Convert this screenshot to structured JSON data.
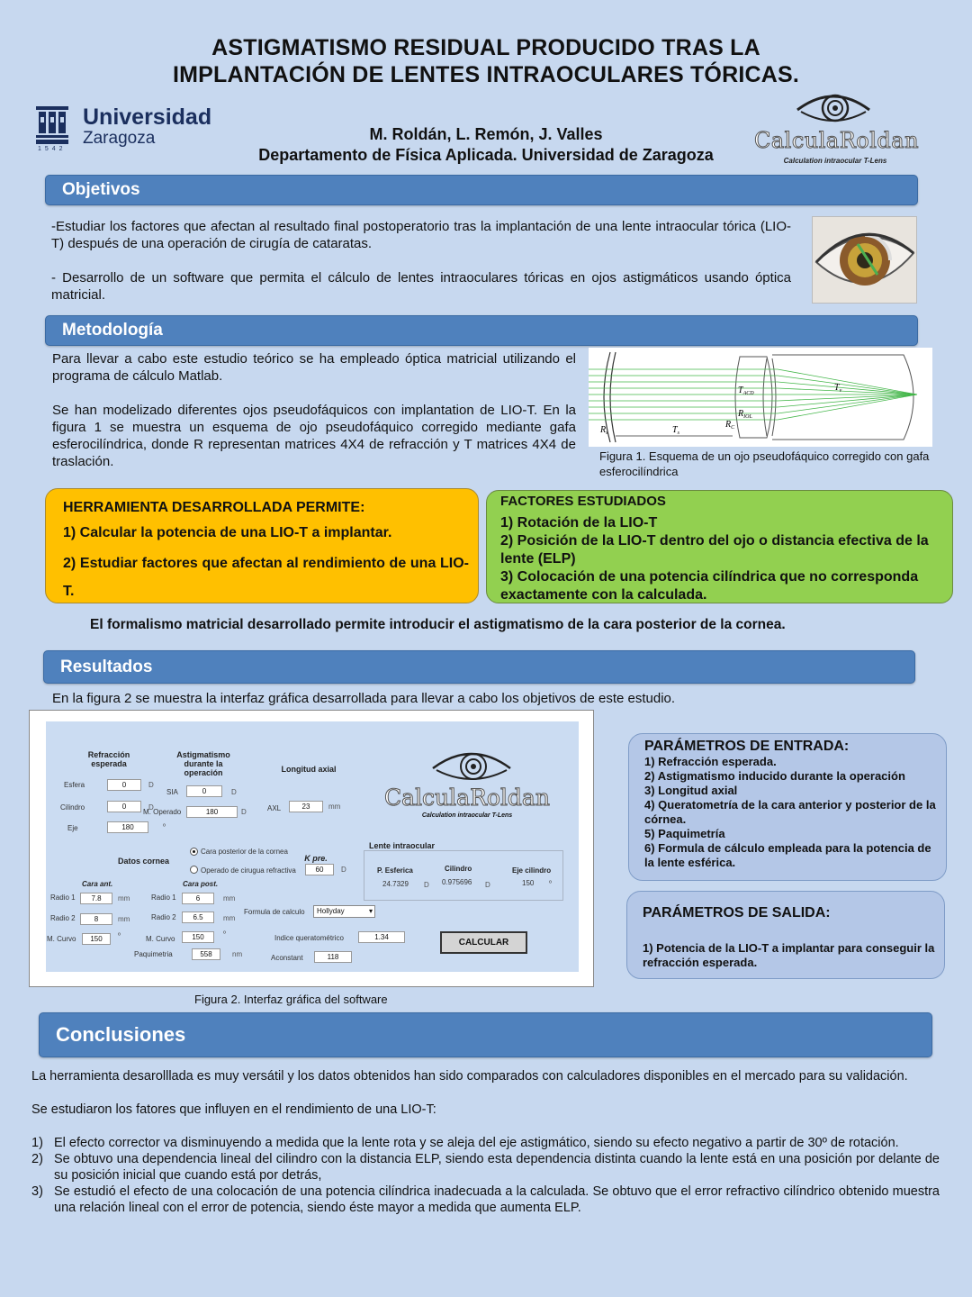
{
  "header": {
    "title_line1": "ASTIGMATISMO RESIDUAL PRODUCIDO TRAS LA",
    "title_line2": "IMPLANTACIÓN DE LENTES INTRAOCULARES TÓRICAS.",
    "authors": "M. Roldán, L. Remón, J. Valles",
    "department": "Departamento de Física Aplicada. Universidad de Zaragoza",
    "logo_uz_line1": "Universidad",
    "logo_uz_line2": "Zaragoza",
    "logo_uz_year": "1542",
    "logo_cr_name": "CalculaRoldan",
    "logo_cr_sub": "Calculation intraocular T-Lens"
  },
  "objetivos": {
    "heading": "Objetivos",
    "p1": "-Estudiar los factores que afectan al resultado final postoperatorio tras la implantación de una lente intraocular tórica (LIO-T) después de una operación de cirugía de cataratas.",
    "p2": "- Desarrollo de un software que permita el cálculo de lentes intraoculares tóricas en ojos astigmáticos usando óptica matricial."
  },
  "metodologia": {
    "heading": "Metodología",
    "p1": "Para llevar a cabo este estudio teórico se ha empleado óptica matricial utilizando el programa de cálculo Matlab.",
    "p2": "Se han modelizado diferentes ojos pseudofáquicos con implantation de LIO-T. En la figura 1 se muestra un esquema de ojo pseudofáquico corregido mediante gafa esferocilíndrica, donde R representan matrices 4X4 de refracción y T matrices 4X4 de traslación.",
    "fig1_caption": "Figura 1. Esquema de un ojo pseudofáquico corregido con gafa esferocilíndrica",
    "fig1_labels": {
      "tacd": "T",
      "tacd_sub": "ACD",
      "tv": "T",
      "tv_sub": "v",
      "riol": "R",
      "riol_sub": "IOL",
      "rs": "R",
      "rs_sub": "s",
      "ts": "T",
      "ts_sub": "s",
      "rc": "R",
      "rc_sub": "C"
    }
  },
  "herramienta": {
    "title": "HERRAMIENTA DESARROLLADA PERMITE:",
    "item1": "1) Calcular la potencia de una LIO-T a implantar.",
    "item2": "2) Estudiar factores que afectan al rendimiento de una LIO-T."
  },
  "factores": {
    "title": "FACTORES ESTUDIADOS",
    "item1": "1) Rotación de la LIO-T",
    "item2": "2) Posición de la LIO-T dentro del ojo o distancia efectiva de la lente (ELP)",
    "item3": " 3) Colocación de una potencia cilíndrica que no corresponda exactamente con la calculada."
  },
  "formalismo": "El formalismo matricial desarrollado permite introducir el astigmatismo de la cara posterior de la cornea.",
  "resultados": {
    "heading": "Resultados",
    "intro": "En la figura 2 se muestra la interfaz gráfica desarrollada para llevar a cabo los objetivos de este estudio.",
    "fig2_caption": "Figura 2. Interfaz gráfica del software"
  },
  "gui": {
    "refraccion_label": "Refracción esperada",
    "astig_label": "Astigmatismo durante la operación",
    "longitud_label": "Longitud axial",
    "esfera_label": "Esfera",
    "esfera_val": "0",
    "esfera_unit": "D",
    "cilindro_label": "Cilindro",
    "cilindro_val": "0",
    "cilindro_unit": "D",
    "eje_label": "Eje",
    "eje_val": "180",
    "eje_unit": "º",
    "sia_label": "SIA",
    "sia_val": "0",
    "sia_unit": "D",
    "moperado_label": "M. Operado",
    "moperado_val": "180",
    "moperado_unit": "D",
    "axl_label": "AXL",
    "axl_val": "23",
    "axl_unit": "mm",
    "logo_name": "CalculaRoldan",
    "logo_sub": "Calculation intraocular T-Lens",
    "datos_cornea": "Datos cornea",
    "radio_post": "Cara posterior de la cornea",
    "radio_cirugia": "Operado de cirugua refractiva",
    "kpre_label": "K pre.",
    "kpre_val": "60",
    "kpre_unit": "D",
    "lente_label": "Lente intraocular",
    "pesferica_label": "P. Esferica",
    "pesferica_val": "24.7329",
    "pesferica_unit": "D",
    "cil_label": "Cilindro",
    "cil_val": "0.975696",
    "cil_unit": "D",
    "ejecil_label": "Eje cilindro",
    "ejecil_val": "150",
    "ejecil_unit": "º",
    "cara_ant": "Cara ant.",
    "cara_post": "Cara post.",
    "radio1_label": "Radio 1",
    "radio1a_val": "7.8",
    "radio1p_val": "6",
    "radio2_label": "Radio 2",
    "radio2a_val": "8",
    "radio2p_val": "6.5",
    "mcurvo_label": "M. Curvo",
    "mcurvoa_val": "150",
    "mcurvop_val": "150",
    "mm": "mm",
    "deg": "º",
    "formula_label": "Formula de calculo",
    "formula_val": "Hollyday",
    "indice_label": "Indice queratométrico",
    "indice_val": "1.34",
    "paquimetria_label": "Paquimetria",
    "paquimetria_val": "558",
    "paquimetria_unit": "nm",
    "aconstant_label": "Aconstant",
    "aconstant_val": "118",
    "calcular": "CALCULAR"
  },
  "entrada": {
    "title": "PARÁMETROS DE ENTRADA:",
    "items": [
      "1) Refracción esperada.",
      "2) Astigmatismo inducido durante la operación",
      "3) Longitud axial",
      "4) Queratometría de la cara anterior y posterior de la córnea.",
      "5) Paquimetría",
      "6) Formula de cálculo empleada para la potencia de la lente esférica."
    ]
  },
  "salida": {
    "title": "PARÁMETROS DE SALIDA:",
    "item": "1) Potencia de la LIO-T a implantar para conseguir la refracción esperada."
  },
  "conclusiones": {
    "heading": "Conclusiones",
    "p1": "La herramienta desarolllada es muy versátil y los datos obtenidos han sido comparados con calculadores disponibles en el mercado para su validación.",
    "p2": "Se estudiaron los fatores que influyen en el rendimiento de una LIO-T:",
    "items": [
      {
        "n": "1)",
        "text": "El efecto corrector va disminuyendo a medida que la lente rota y se aleja del eje astigmático, siendo su efecto negativo a partir de 30º de rotación."
      },
      {
        "n": "2)",
        "text": "Se obtuvo una dependencia lineal del cilindro con la distancia ELP, siendo esta dependencia distinta cuando la lente está en una posición por delante de su posición inicial que cuando está por detrás,"
      },
      {
        "n": "3)",
        "text": "Se estudió el efecto de una colocación de una potencia cilíndrica inadecuada a la calculada. Se obtuvo que el error refractivo cilíndrico obtenido muestra una relación lineal con el error de potencia, siendo éste mayor a medida que aumenta ELP."
      }
    ]
  }
}
